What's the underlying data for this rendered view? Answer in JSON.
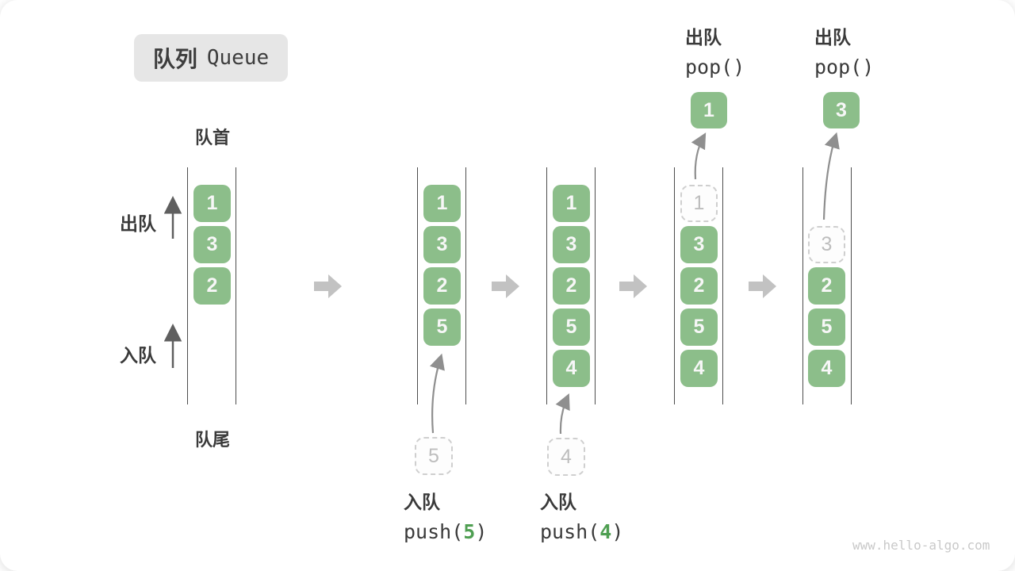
{
  "title": {
    "zh": "队列",
    "en": "Queue"
  },
  "front_label": "队首",
  "rear_label": "队尾",
  "side": {
    "dequeue": "出队",
    "enqueue": "入队"
  },
  "queues": {
    "q1": [
      "1",
      "3",
      "2"
    ],
    "q2": [
      "1",
      "3",
      "2",
      "5"
    ],
    "q3": [
      "1",
      "3",
      "2",
      "5",
      "4"
    ],
    "q4": [
      "3",
      "2",
      "5",
      "4"
    ],
    "q5": [
      "2",
      "5",
      "4"
    ],
    "q4_ghost": "1",
    "q5_ghost": "3"
  },
  "staging": {
    "q2": "5",
    "q3": "4"
  },
  "popped": {
    "q4": "1",
    "q5": "3"
  },
  "ops": {
    "push5": {
      "label": "入队",
      "pre": "push(",
      "arg": "5",
      "post": ")"
    },
    "push4": {
      "label": "入队",
      "pre": "push(",
      "arg": "4",
      "post": ")"
    },
    "pop4": {
      "label": "出队",
      "code": "pop()"
    },
    "pop5": {
      "label": "出队",
      "code": "pop()"
    }
  },
  "watermark": "www.hello-algo.com",
  "colors": {
    "box_green": "#8CBE8A",
    "arg_green": "#4f9f52",
    "block_arrow_gray": "#c2c2c2",
    "wall_gray": "#4d4d4d",
    "title_bg": "#e6e6e6"
  }
}
